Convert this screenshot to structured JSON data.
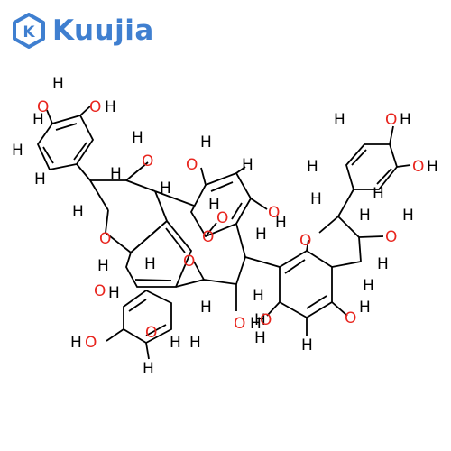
{
  "logo": {
    "text": "Kuujia",
    "mark": "K",
    "color": "#3f7fd0"
  },
  "colors": {
    "bond": "#000000",
    "oxygen": "#e8251e",
    "hydrogen": "#000000"
  },
  "atoms": {
    "O": "O",
    "H": "H",
    "OH": "OH",
    "HO": "HO"
  }
}
